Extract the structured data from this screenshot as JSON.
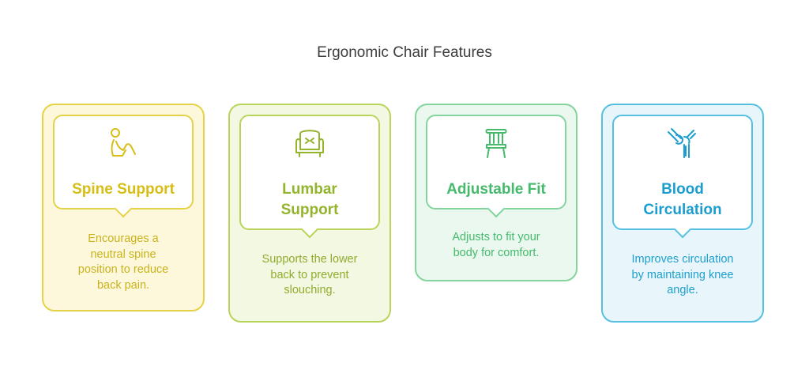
{
  "title": "Ergonomic Chair Features",
  "cards": [
    {
      "title": "Spine Support",
      "description": "Encourages a\nneutral spine\nposition to reduce\nback pain.",
      "icon": "reclining-person-icon",
      "color": "#d6be14"
    },
    {
      "title": "Lumbar\nSupport",
      "description": "Supports the lower\nback to prevent\nslouching.",
      "icon": "armchair-icon",
      "color": "#93b42c"
    },
    {
      "title": "Adjustable Fit",
      "description": "Adjusts to fit your\nbody for comfort.",
      "icon": "chair-icon",
      "color": "#45b96c"
    },
    {
      "title": "Blood\nCirculation",
      "description": "Improves circulation\nby maintaining knee\nangle.",
      "icon": "knee-joint-icon",
      "color": "#1b9dcf"
    }
  ]
}
